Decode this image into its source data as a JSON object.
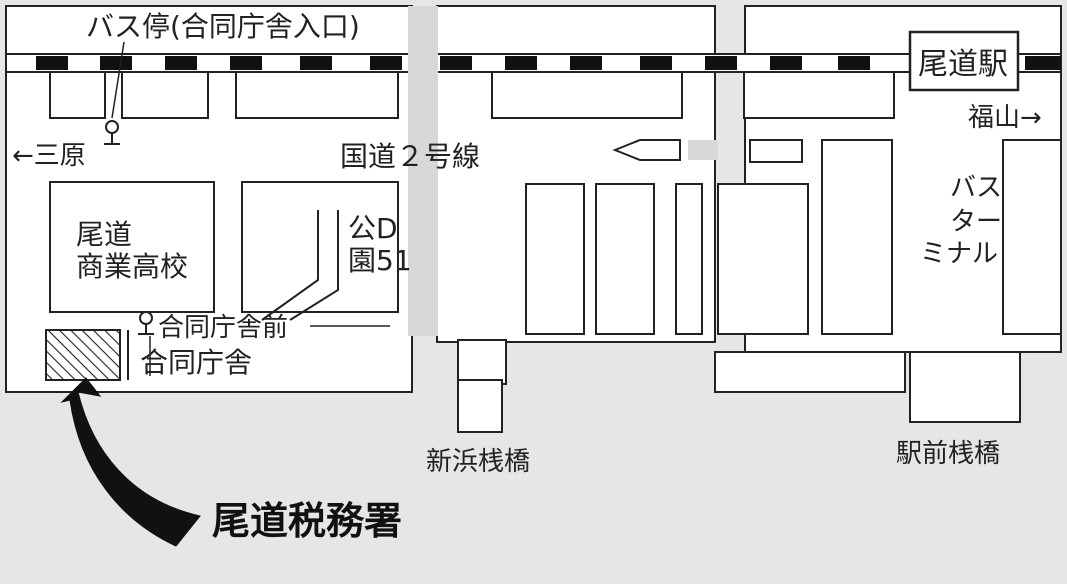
{
  "labels": {
    "bus_stop_top": "バス停(合同庁舎入口)",
    "station": "尾道駅",
    "fukuyama": "福山→",
    "mihara": "←三原",
    "national_road": "国道２号線",
    "school_line1": "尾道",
    "school_line2": "商業高校",
    "park_line1": "公D",
    "park_line2": "園51",
    "bus_stop_front": "合同庁舎前",
    "gov_building": "合同庁舎",
    "bus_terminal": [
      "バス",
      "ター",
      "ミナル"
    ],
    "shinhama_pier": "新浜桟橋",
    "ekimae_pier": "駅前桟橋",
    "tax_office": "尾道税務署"
  },
  "colors": {
    "sea": "#e6e6e6",
    "land": "#ffffff",
    "line": "#222222",
    "road_gray": "#d8d8d8"
  }
}
